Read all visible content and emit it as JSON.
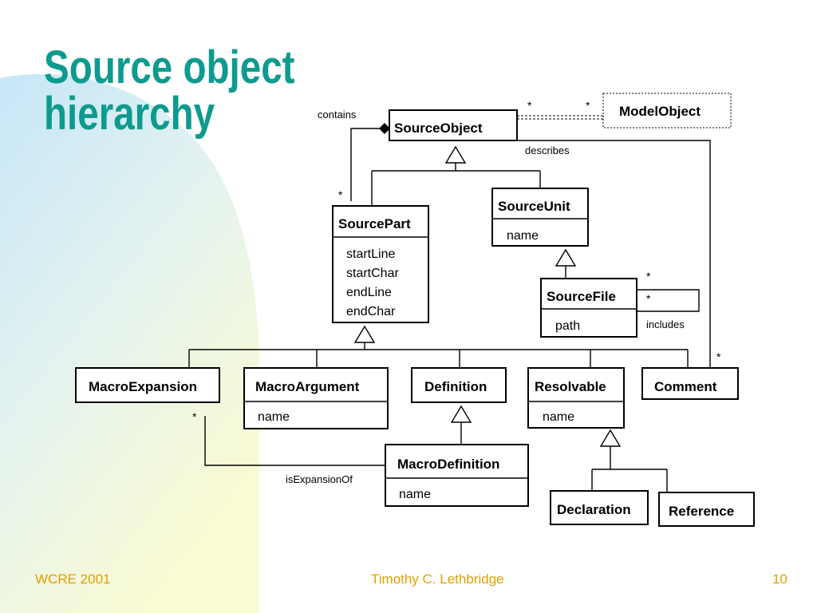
{
  "slide": {
    "title_line1": "Source object",
    "title_line2": "hierarchy"
  },
  "footer": {
    "left": "WCRE 2001",
    "center": "Timothy C. Lethbridge",
    "right": "10"
  },
  "classes": {
    "source_object": {
      "name": "SourceObject"
    },
    "model_object": {
      "name": "ModelObject"
    },
    "source_part": {
      "name": "SourcePart",
      "attributes": [
        "startLine",
        "startChar",
        "endLine",
        "endChar"
      ]
    },
    "source_unit": {
      "name": "SourceUnit",
      "attributes": [
        "name"
      ]
    },
    "source_file": {
      "name": "SourceFile",
      "attributes": [
        "path"
      ]
    },
    "macro_expansion": {
      "name": "MacroExpansion"
    },
    "macro_argument": {
      "name": "MacroArgument",
      "attributes": [
        "name"
      ]
    },
    "definition": {
      "name": "Definition"
    },
    "resolvable": {
      "name": "Resolvable",
      "attributes": [
        "name"
      ]
    },
    "comment": {
      "name": "Comment"
    },
    "macro_definition": {
      "name": "MacroDefinition",
      "attributes": [
        "name"
      ]
    },
    "declaration": {
      "name": "Declaration"
    },
    "reference": {
      "name": "Reference"
    }
  },
  "associations": {
    "contains": "contains",
    "describes": "describes",
    "includes": "includes",
    "is_expansion_of": "isExpansionOf",
    "multiplicity_many": "*"
  },
  "colors": {
    "title": "#0e9a8e",
    "footer": "#e0a000",
    "bg_blue": "#cfe9f7",
    "bg_yellow": "#fbfbd3",
    "line": "#000000"
  }
}
